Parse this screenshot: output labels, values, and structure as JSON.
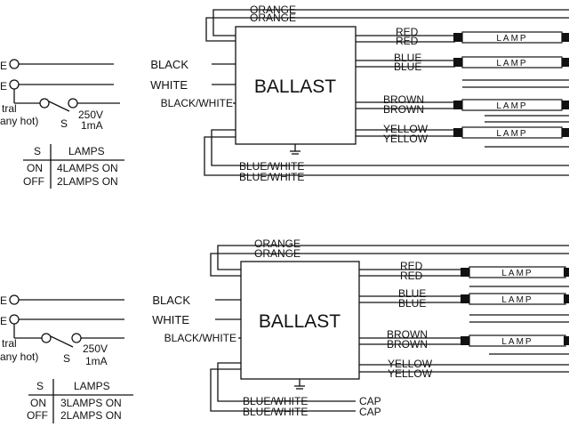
{
  "top": {
    "ballast_label": "BALLAST",
    "orange_1": "ORANGE",
    "orange_2": "ORANGE",
    "red_1": "RED",
    "red_2": "RED",
    "blue_1": "BLUE",
    "blue_2": "BLUE",
    "brown_1": "BROWN",
    "brown_2": "BROWN",
    "yellow_1": "YELLOW",
    "yellow_2": "YELLOW",
    "bw_1": "BLUE/WHITE",
    "bw_2": "BLUE/WHITE",
    "in_black": "BLACK",
    "in_white": "WHITE",
    "in_bw": "BLACK/WHITE",
    "left_e1": "E",
    "left_e2": "E",
    "neutral": "tral",
    "anyhot": "any hot)",
    "switch_s": "S",
    "switch_v": "250V",
    "switch_ma": "1mA",
    "table_s_header": "S",
    "table_lamps_header": "LAMPS",
    "row1_s": "ON",
    "row1_lamps": "4LAMPS ON",
    "row2_s": "OFF",
    "row2_lamps": "2LAMPS ON",
    "lamp_label": "LAMP"
  },
  "bottom": {
    "ballast_label": "BALLAST",
    "orange_1": "ORANGE",
    "orange_2": "ORANGE",
    "red_1": "RED",
    "red_2": "RED",
    "blue_1": "BLUE",
    "blue_2": "BLUE",
    "brown_1": "BROWN",
    "brown_2": "BROWN",
    "yellow_1": "YELLOW",
    "yellow_2": "YELLOW",
    "bw_1": "BLUE/WHITE",
    "bw_2": "BLUE/WHITE",
    "cap_1": "CAP",
    "cap_2": "CAP",
    "in_black": "BLACK",
    "in_white": "WHITE",
    "in_bw": "BLACK/WHITE",
    "left_e1": "E",
    "left_e2": "E",
    "neutral": "tral",
    "anyhot": "any hot)",
    "switch_s": "S",
    "switch_v": "250V",
    "switch_ma": "1mA",
    "table_s_header": "S",
    "table_lamps_header": "LAMPS",
    "row1_s": "ON",
    "row1_lamps": "3LAMPS ON",
    "row2_s": "OFF",
    "row2_lamps": "2LAMPS ON",
    "lamp_label": "LAMP"
  }
}
